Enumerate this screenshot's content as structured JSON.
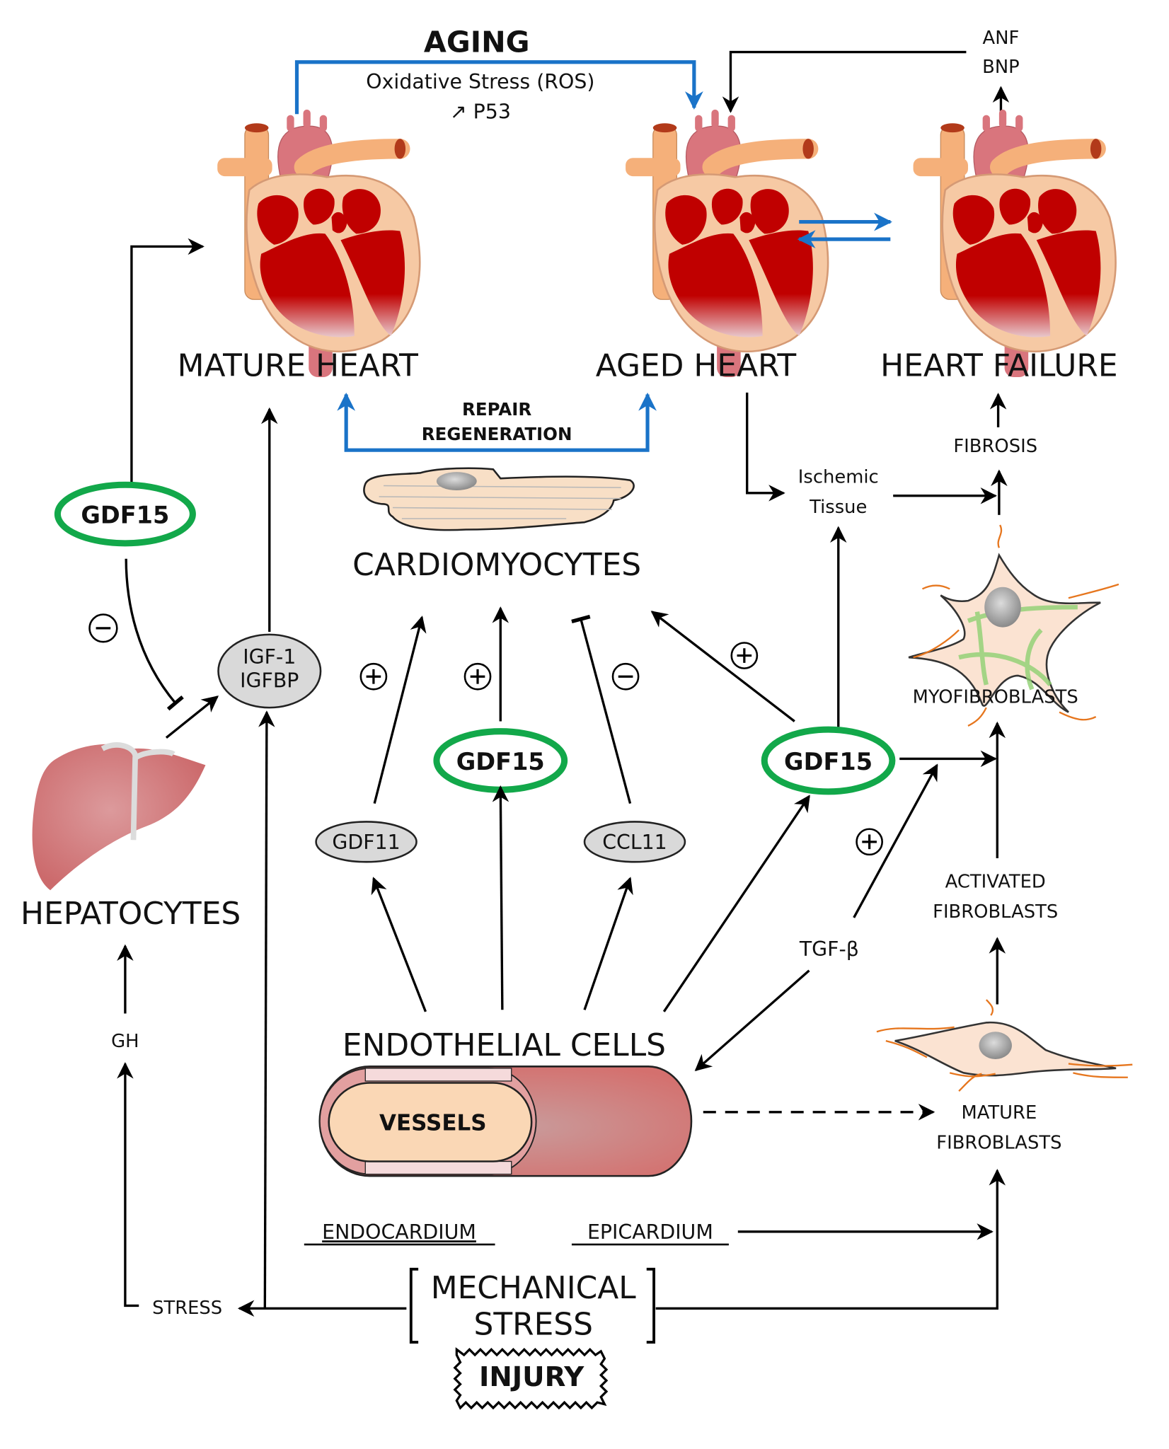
{
  "title": "AGING",
  "aging_annotations": [
    "Oxidative Stress (ROS)",
    "↗ P53"
  ],
  "hearts": {
    "mature": "MATURE HEART",
    "aged": "AGED HEART",
    "failure": "HEART FAILURE"
  },
  "markers": {
    "anf": "ANF",
    "bnp": "BNP"
  },
  "repair": {
    "line1": "REPAIR",
    "line2": "REGENERATION"
  },
  "cardiomyocytes": "CARDIOMYOCYTES",
  "ischemic": {
    "line1": "Ischemic",
    "line2": "Tissue"
  },
  "fibrosis": "FIBROSIS",
  "myofibroblasts": "MYOFIBROBLASTS",
  "activated_fibroblasts": {
    "line1": "ACTIVATED",
    "line2": "FIBROBLASTS"
  },
  "mature_fibroblasts": {
    "line1": "MATURE",
    "line2": "FIBROBLASTS"
  },
  "gdf15": "GDF15",
  "igf": {
    "line1": "IGF-1",
    "line2": "IGFBP"
  },
  "gdf11": "GDF11",
  "ccl11": "CCL11",
  "tgf": "TGF-β",
  "hepatocytes": "HEPATOCYTES",
  "gh": "GH",
  "stress": "STRESS",
  "endothelial": "ENDOTHELIAL CELLS",
  "vessels": "VESSELS",
  "endocardium": "ENDOCARDIUM",
  "epicardium": "EPICARDIUM",
  "mechanical": {
    "line1": "MECHANICAL",
    "line2": "STRESS"
  },
  "injury": "INJURY",
  "signs": {
    "plus": "+",
    "minus": "−"
  },
  "colors": {
    "gdf15_ring": "#12a84a",
    "pathway_blue": "#1a73c8",
    "node_grey": "#d9d9d9",
    "heart_red": "#c00000",
    "heart_tissue": "#f6c9a4"
  }
}
